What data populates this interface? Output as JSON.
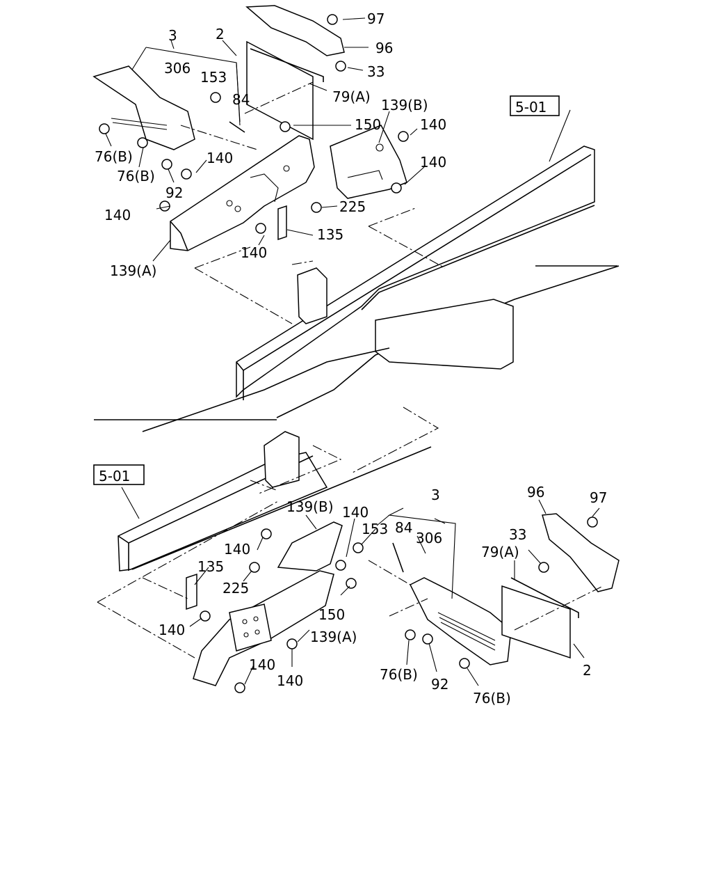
{
  "callouts_top": [
    {
      "id": "t-3",
      "text": "3"
    },
    {
      "id": "t-2",
      "text": "2"
    },
    {
      "id": "t-97",
      "text": "97"
    },
    {
      "id": "t-96",
      "text": "96"
    },
    {
      "id": "t-33",
      "text": "33"
    },
    {
      "id": "t-306",
      "text": "306"
    },
    {
      "id": "t-153",
      "text": "153"
    },
    {
      "id": "t-84",
      "text": "84"
    },
    {
      "id": "t-79a",
      "text": "79(A)"
    },
    {
      "id": "t-139b",
      "text": "139(B)"
    },
    {
      "id": "t-150",
      "text": "150"
    },
    {
      "id": "t-140a",
      "text": "140"
    },
    {
      "id": "t-140b",
      "text": "140"
    },
    {
      "id": "t-140c",
      "text": "140"
    },
    {
      "id": "t-140d",
      "text": "140"
    },
    {
      "id": "t-140e",
      "text": "140"
    },
    {
      "id": "t-76b1",
      "text": "76(B)"
    },
    {
      "id": "t-76b2",
      "text": "76(B)"
    },
    {
      "id": "t-92",
      "text": "92"
    },
    {
      "id": "t-225",
      "text": "225"
    },
    {
      "id": "t-135",
      "text": "135"
    },
    {
      "id": "t-139a",
      "text": "139(A)"
    }
  ],
  "callouts_bottom": [
    {
      "id": "b-3",
      "text": "3"
    },
    {
      "id": "b-96",
      "text": "96"
    },
    {
      "id": "b-97",
      "text": "97"
    },
    {
      "id": "b-33",
      "text": "33"
    },
    {
      "id": "b-79a",
      "text": "79(A)"
    },
    {
      "id": "b-139b",
      "text": "139(B)"
    },
    {
      "id": "b-140a",
      "text": "140"
    },
    {
      "id": "b-153",
      "text": "153"
    },
    {
      "id": "b-84",
      "text": "84"
    },
    {
      "id": "b-306",
      "text": "306"
    },
    {
      "id": "b-140b",
      "text": "140"
    },
    {
      "id": "b-135",
      "text": "135"
    },
    {
      "id": "b-225",
      "text": "225"
    },
    {
      "id": "b-150",
      "text": "150"
    },
    {
      "id": "b-140c",
      "text": "140"
    },
    {
      "id": "b-139a",
      "text": "139(A)"
    },
    {
      "id": "b-140d",
      "text": "140"
    },
    {
      "id": "b-140e",
      "text": "140"
    },
    {
      "id": "b-76b1",
      "text": "76(B)"
    },
    {
      "id": "b-92",
      "text": "92"
    },
    {
      "id": "b-76b2",
      "text": "76(B)"
    },
    {
      "id": "b-2",
      "text": "2"
    }
  ],
  "references": [
    {
      "id": "ref-top",
      "text": "5-01"
    },
    {
      "id": "ref-bottom",
      "text": "5-01"
    }
  ]
}
